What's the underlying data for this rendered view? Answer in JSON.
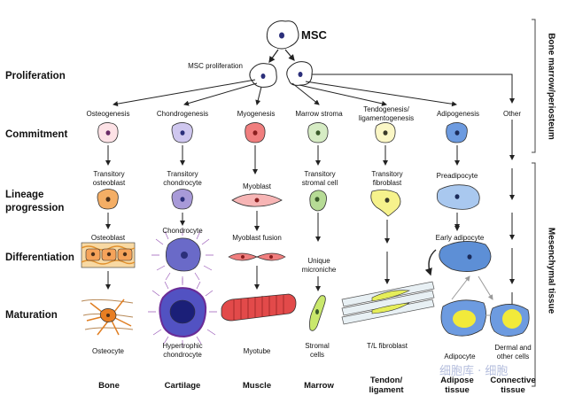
{
  "title": "MSC",
  "stages": {
    "proliferation": "Proliferation",
    "commitment": "Commitment",
    "lineage": "Lineage progression",
    "differentiation": "Differentiation",
    "maturation": "Maturation"
  },
  "proliferation_label": "MSC proliferation",
  "lineages": {
    "bone": {
      "commitment": "Osteogenesis",
      "transitory": "Transitory osteoblast",
      "differentiated": "Osteoblast",
      "mature": "Osteocyte",
      "tissue": "Bone"
    },
    "cartilage": {
      "commitment": "Chondrogenesis",
      "transitory": "Transitory chondrocyte",
      "differentiated": "Chondrocyte",
      "mature": "Hypertrophic chondrocyte",
      "tissue": "Cartilage"
    },
    "muscle": {
      "commitment": "Myogenesis",
      "transitory": "Myoblast",
      "differentiated": "Myoblast fusion",
      "mature": "Myotube",
      "tissue": "Muscle"
    },
    "marrow": {
      "commitment": "Marrow stroma",
      "transitory": "Transitory stromal cell",
      "differentiated": "Unique microniche",
      "mature": "Stromal cells",
      "tissue": "Marrow"
    },
    "tendon": {
      "commitment": "Tendogenesis/ ligamentogenesis",
      "transitory": "Transitory fibroblast",
      "mature": "T/L fibroblast",
      "tissue": "Tendon/ ligament"
    },
    "adipose": {
      "commitment": "Adipogenesis",
      "transitory": "Preadipocyte",
      "differentiated": "Early adipocyte",
      "mature": "Adipocyte",
      "tissue": "Adipose tissue"
    },
    "connective": {
      "commitment": "Other",
      "mature": "Dermal and other cells",
      "tissue": "Connective tissue"
    }
  },
  "side_labels": {
    "top": "Bone marrow/periosteum",
    "bottom": "Mesenchymal tissue"
  },
  "watermark": "细胞库 · 细胞"
}
